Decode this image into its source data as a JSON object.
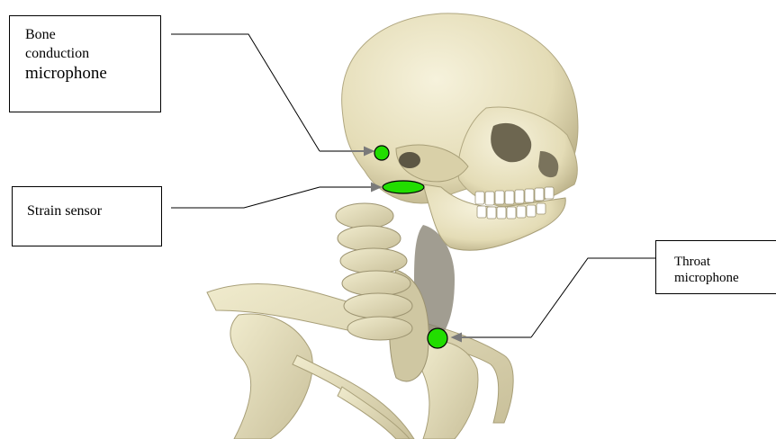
{
  "labels": {
    "bone_line1": "Bone",
    "bone_line2": "conduction",
    "bone_line3": "microphone",
    "strain": "Strain sensor",
    "throat_line1": "Throat",
    "throat_line2": "microphone"
  },
  "colors": {
    "sensor": "#22dd00",
    "bone": "#ece6c4",
    "bone_shade": "#b9b08a",
    "outline": "#000000"
  }
}
